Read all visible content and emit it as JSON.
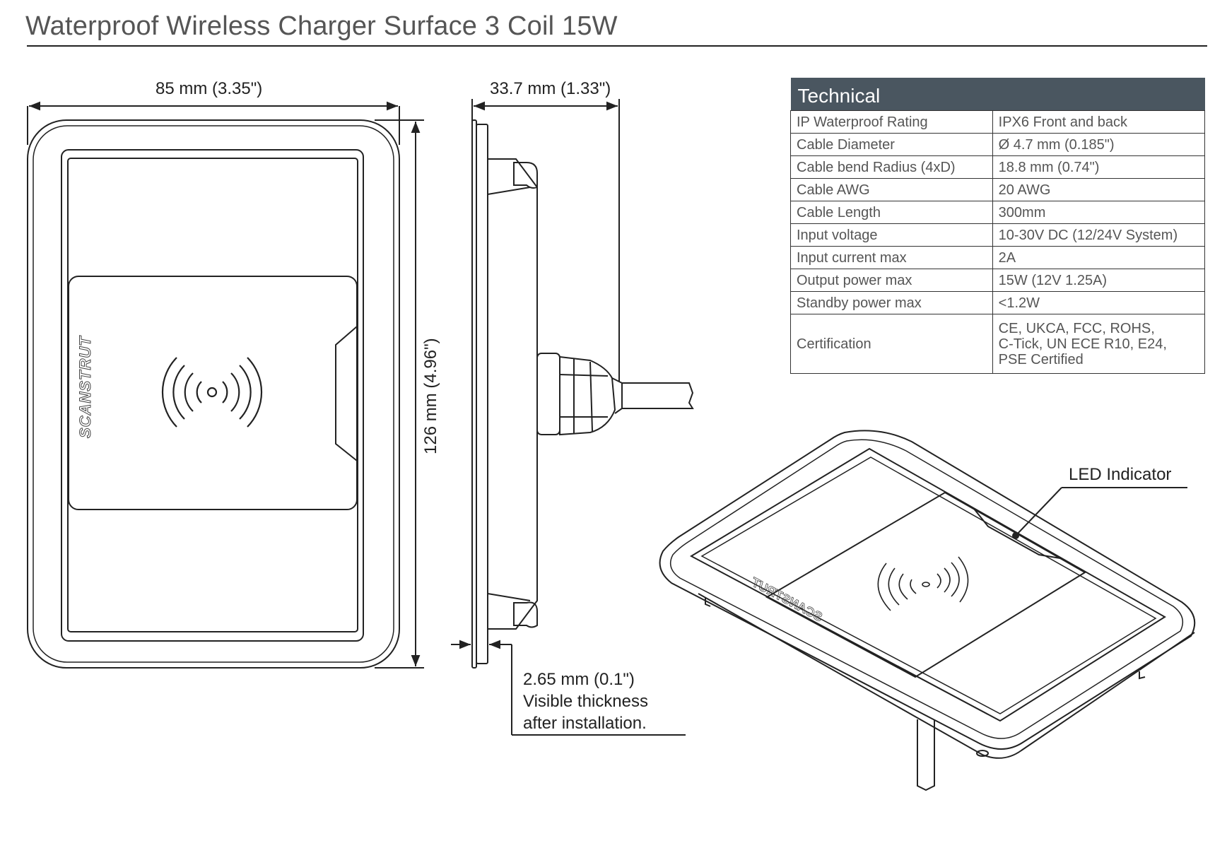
{
  "page": {
    "title": "Waterproof Wireless Charger Surface 3 Coil 15W"
  },
  "dimensions": {
    "width": "85 mm (3.35\")",
    "depth": "33.7 mm (1.33\")",
    "height": "126 mm (4.96\")",
    "visible_thickness": {
      "line1": "2.65 mm (0.1\")",
      "line2": "Visible thickness",
      "line3": "after installation."
    }
  },
  "callouts": {
    "led": "LED Indicator",
    "brand_front": "SCANSTRUT",
    "brand_iso": "SCANSTRUT"
  },
  "technical": {
    "header": "Technical",
    "rows": [
      {
        "key": "IP Waterproof Rating",
        "value": "IPX6 Front and back"
      },
      {
        "key": "Cable Diameter",
        "value": "Ø 4.7 mm (0.185\")"
      },
      {
        "key": "Cable bend Radius (4xD)",
        "value": "18.8 mm (0.74\")"
      },
      {
        "key": "Cable AWG",
        "value": "20 AWG"
      },
      {
        "key": "Cable Length",
        "value": "300mm"
      },
      {
        "key": "Input voltage",
        "value": "10-30V DC (12/24V System)"
      },
      {
        "key": "Input current max",
        "value": "2A"
      },
      {
        "key": "Output power max",
        "value": "15W (12V 1.25A)"
      },
      {
        "key": "Standby power max",
        "value": "<1.2W"
      }
    ],
    "certification": {
      "key": "Certification",
      "lines": [
        "CE, UKCA, FCC, ROHS,",
        "C-Tick, UN ECE R10, E24,",
        "PSE Certified"
      ]
    }
  },
  "colors": {
    "line": "#222222",
    "text_gray": "#555555",
    "table_header": "#4a5660"
  }
}
